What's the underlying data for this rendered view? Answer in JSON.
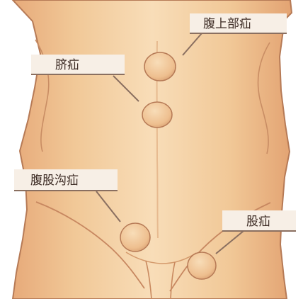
{
  "labels": {
    "upper_abdominal_hernia": "腹上部疝",
    "umbilical_hernia": "脐疝",
    "inguinal_hernia": "腹股沟疝",
    "femoral_hernia": "股疝"
  },
  "colors": {
    "background": "#ffffff",
    "skin_light": "#f6d9b0",
    "skin_mid": "#eebf8f",
    "skin_shadow": "#d9a172",
    "outline": "#b67a56",
    "bulge_fill": "#f0c59a",
    "callout_fill": "#f7efe6",
    "callout_line": "#8a6f60",
    "text": "#3b2a23"
  }
}
